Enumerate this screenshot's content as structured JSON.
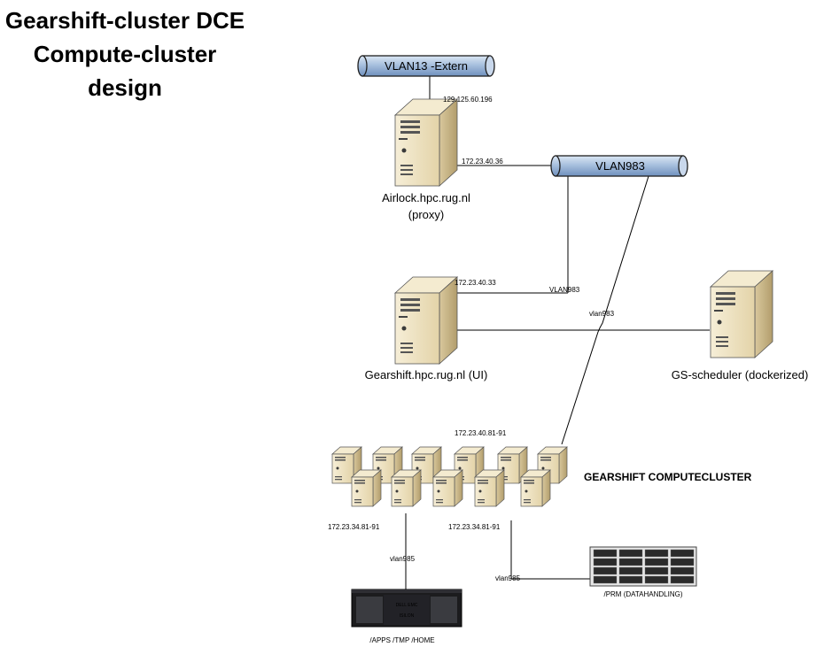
{
  "title": {
    "line1": "Gearshift-cluster DCE",
    "line2": "Compute-cluster",
    "line3": "design"
  },
  "vlans": {
    "extern": "VLAN13 -Extern",
    "vlan983": "VLAN983"
  },
  "airlock": {
    "name": "Airlock.hpc.rug.nl",
    "role": "(proxy)",
    "ip_extern": "129.125.60.196",
    "ip_internal": "172.23.40.36"
  },
  "gearshift": {
    "name": "Gearshift.hpc.rug.nl (UI)",
    "ip": "172.23.40.33",
    "link_label": "VLAN983"
  },
  "scheduler": {
    "name": "GS-scheduler (dockerized)"
  },
  "links": {
    "vlan983_diag": "vlan983",
    "vlan985_left": "vlan985",
    "vlan985_right": "vlan985"
  },
  "cluster": {
    "name": "GEARSHIFT COMPUTECLUSTER",
    "ip_top": "172.23.40.81-91",
    "ip_left": "172.23.34.81-91",
    "ip_right": "172.23.34.81-91"
  },
  "storage": {
    "isilon": "/APPS /TMP /HOME",
    "prm": "/PRM (DATAHANDLING)",
    "brand_dell": "DELL EMC",
    "brand_isilon": "ISILON"
  },
  "colors": {
    "pipe_top": "#d6e3f1",
    "pipe_mid": "#a9c1df",
    "pipe_bottom": "#6d8fbd",
    "server_light": "#f1e6c8",
    "server_side": "#d8c79e",
    "server_dark": "#b6a376"
  }
}
